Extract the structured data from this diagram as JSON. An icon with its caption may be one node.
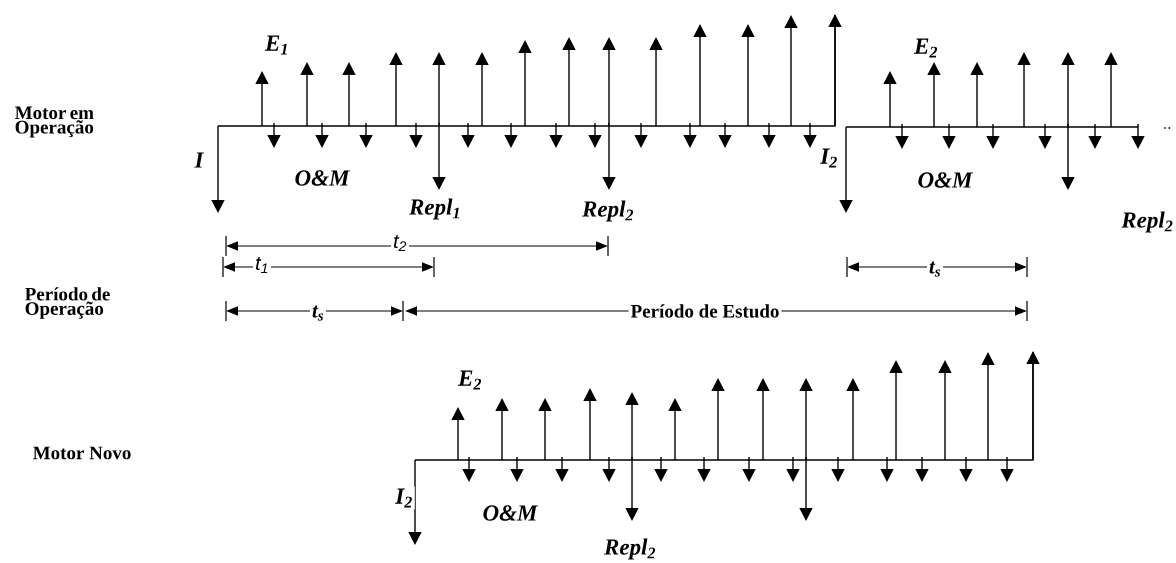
{
  "diagram": {
    "labels": [
      "Motor em Operação",
      "E$_{1}$",
      "I",
      "O&M",
      "Repl$_{1}$",
      "Repl$_{2}$",
      "E$_{2}$",
      "I$_{2}$",
      "O&M",
      "Repl$_{2}$",
      "..",
      "t$_{2}$",
      "t$_{1}$",
      "t$_{s}$",
      "Período de Operação",
      "t$_{s}$",
      "Período de Estudo",
      "Motor Novo",
      "E$_{2}$",
      "I$_{2}$",
      "O&M",
      "Repl$_{2}$"
    ]
  }
}
